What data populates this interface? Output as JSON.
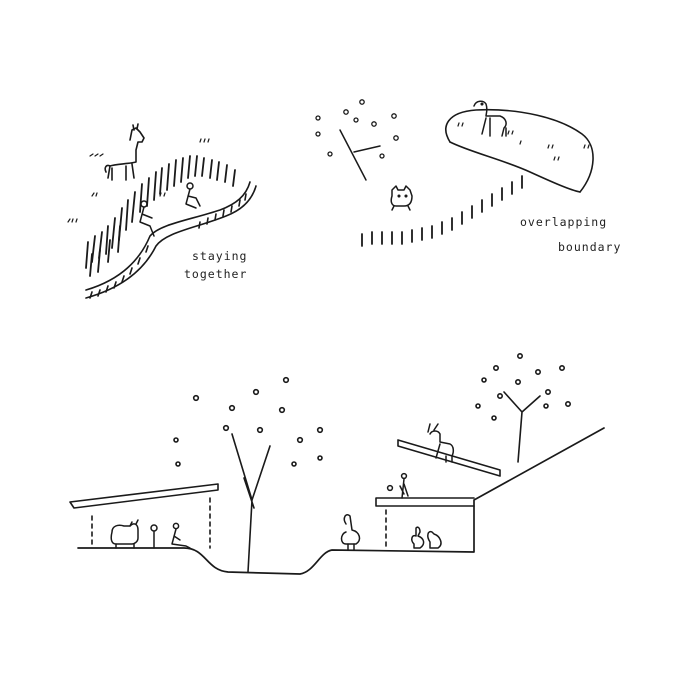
{
  "labels": {
    "staying_line1": "staying",
    "staying_line2": "together",
    "overlap_line1": "overlapping",
    "overlap_line2": "boundary"
  },
  "colors": {
    "ink": "#1a1a1a",
    "paper": "#ffffff"
  }
}
